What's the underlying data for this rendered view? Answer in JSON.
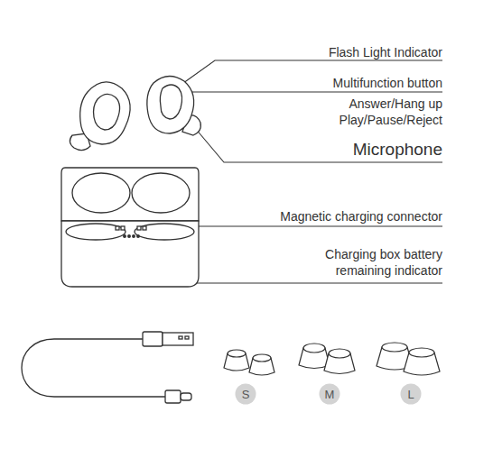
{
  "diagram": {
    "nodes": [
      {
        "text": [
          "S"
        ]
      },
      {
        "text": [
          "M"
        ]
      },
      {
        "text": [
          "L"
        ]
      }
    ],
    "labels": [
      "Flash Light Indicator",
      "Multifunction button",
      "Answer/Hang up Play/Pause/Reject",
      "Microphone",
      "Magnetic charging connector",
      "Charging box battery remaining indicator"
    ]
  }
}
